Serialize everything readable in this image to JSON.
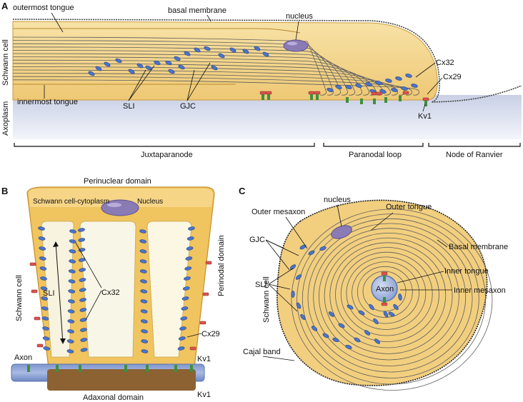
{
  "colors": {
    "cytoplasm": "#f3d58c",
    "cytoplasm_edge": "#d9a84a",
    "myelin_line": "#5c5c5c",
    "axoplasm": "#dfe4f1",
    "gjc": "#4a74c8",
    "cx29": "#d9534f",
    "kv1": "#3f8f3f",
    "nucleus": "#8a7bb5",
    "axon": "#9fb3dc"
  },
  "panel_a": {
    "letter": "A",
    "outermost_tongue": "outermost tongue",
    "basal_membrane": "basal membrane",
    "nucleus": "nucleus",
    "schwann_cell": "Schwann cell",
    "innermost_tongue": "innermost tongue",
    "axoplasm": "Axoplasm",
    "sli": "SLI",
    "gjc": "GJC",
    "cx32": "Cx32",
    "cx29": "Cx29",
    "kv1": "Kv1",
    "juxtaparanode": "Juxtaparanode",
    "paranodal_loop": "Paranodal loop",
    "node_of_ranvier": "Node of Ranvier"
  },
  "panel_b": {
    "letter": "B",
    "perinuclear_domain": "Perinuclear domain",
    "schwann_cell_cytoplasm": "Schwann cell-cytoplasm",
    "nucleus": "Nucleus",
    "schwann_cell": "Schwann cell",
    "sli": "SLI",
    "cx32": "Cx32",
    "perinodal_domain": "Perinodal domain",
    "cx29": "Cx29",
    "axon": "Axon",
    "kv1_top": "Kv1",
    "kv1_bottom": "Kv1",
    "adaxonal_domain": "Adaxonal domain"
  },
  "panel_c": {
    "letter": "C",
    "nucleus": "nucleus",
    "outer_mesaxon": "Outer mesaxon",
    "outer_tongue": "Outer tongue",
    "gjc": "GJC",
    "basal_membrane": "Basal membrane",
    "schwann_cell": "Schwann cell",
    "sli": "SLI",
    "inner_tongue": "Inner tongue",
    "axon": "Axon",
    "inner_mesaxon": "Inner mesaxon",
    "cajal_band": "Cajal band"
  }
}
